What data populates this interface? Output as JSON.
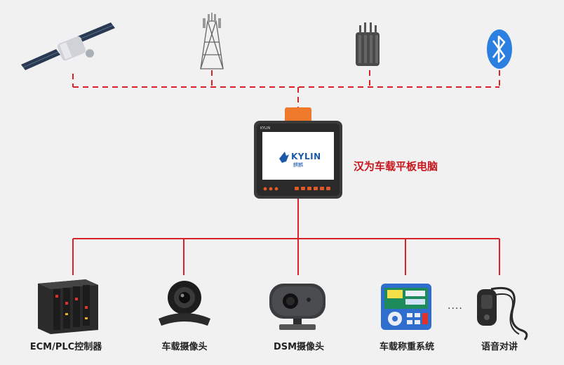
{
  "center": {
    "label": "汉为车载平板电脑",
    "screen_brand": "KYLIN",
    "screen_brand_sub": "麒麟",
    "tag": "KYLIN"
  },
  "top_devices": [
    {
      "name": "satellite-icon"
    },
    {
      "name": "cell-tower-icon"
    },
    {
      "name": "router-antenna-icon"
    },
    {
      "name": "bluetooth-icon"
    }
  ],
  "bottom_devices": [
    {
      "icon": "plc-controller-icon",
      "label": "ECM/PLC控制器"
    },
    {
      "icon": "car-camera-icon",
      "label": "车载摄像头"
    },
    {
      "icon": "dsm-camera-icon",
      "label": "DSM摄像头"
    },
    {
      "icon": "weighing-system-icon",
      "label": "车载称重系统"
    },
    {
      "icon": "walkie-talkie-icon",
      "label": "语音对讲"
    }
  ],
  "ellipsis": "....",
  "colors": {
    "line": "#d8232a",
    "accent_orange": "#f07a2c",
    "bluetooth": "#2b7fe0"
  }
}
